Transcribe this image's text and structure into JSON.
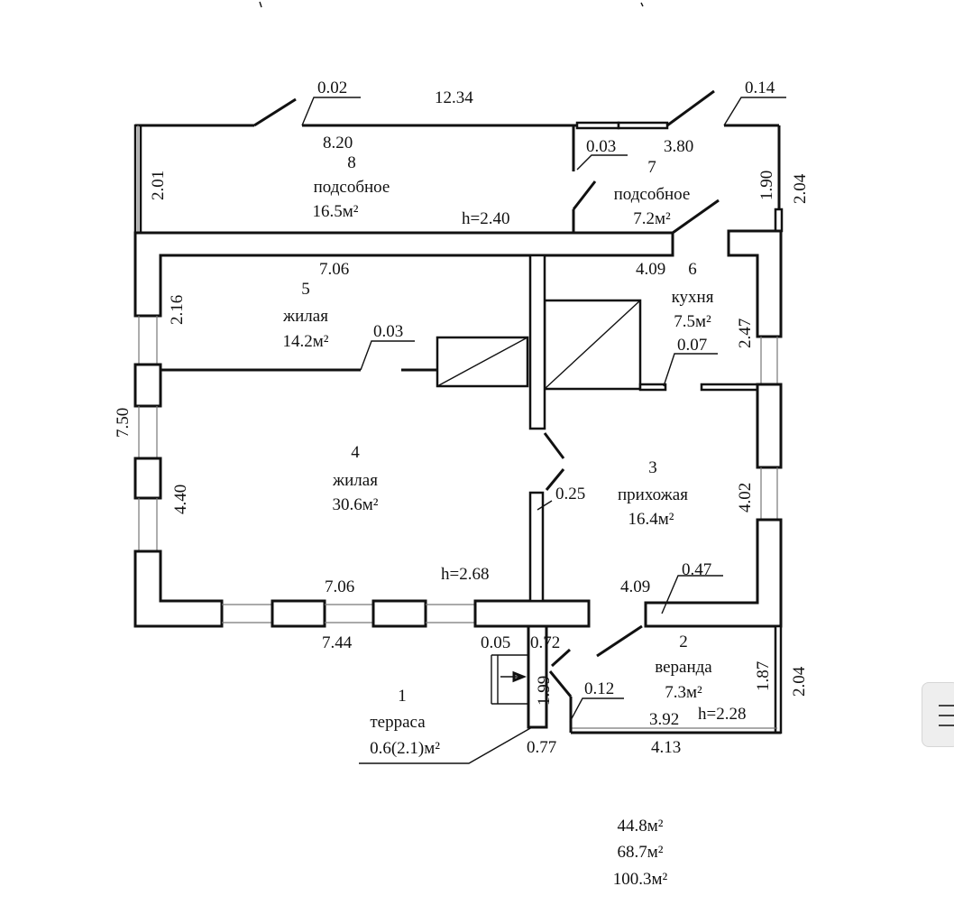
{
  "title": "",
  "colors": {
    "ink": "#111111",
    "paper": "#ffffff",
    "glazing": "#777777"
  },
  "rooms": [
    {
      "id": "1",
      "name": "терраса",
      "area": "0.6(2.1)м²"
    },
    {
      "id": "2",
      "name": "веранда",
      "area": "7.3м²"
    },
    {
      "id": "3",
      "name": "прихожая",
      "area": "16.4м²"
    },
    {
      "id": "4",
      "name": "жилая",
      "area": "30.6м²"
    },
    {
      "id": "5",
      "name": "жилая",
      "area": "14.2м²"
    },
    {
      "id": "6",
      "name": "кухня",
      "area": "7.5м²"
    },
    {
      "id": "7",
      "name": "подсобное",
      "area": "7.2м²"
    },
    {
      "id": "8",
      "name": "подсобное",
      "area": "16.5м²"
    }
  ],
  "heights": [
    "h=2.40",
    "h=2.68",
    "h=2.28"
  ],
  "dimensions": {
    "top_overall": "12.34",
    "top_offset_left": "0.02",
    "top_offset_right": "0.14",
    "room8_width": "8.20",
    "room8_depth": "2.01",
    "room7_width": "3.80",
    "partition_7_8": "0.03",
    "right_top_inner": "1.90",
    "right_top_outer": "2.04",
    "room5_width": "7.06",
    "room5_depth": "2.16",
    "partition_4_5": "0.03",
    "left_overall": "7.50",
    "room6_width": "4.09",
    "kitchen_depth": "2.47",
    "partition_kitchen": "0.07",
    "room4_depth": "4.40",
    "partition_3_4": "0.25",
    "room3_depth": "4.02",
    "room4_width": "7.06",
    "bottom_overall": "7.44",
    "room3_width": "4.09",
    "veranda_offset": "0.47",
    "terrace_offset_a": "0.05",
    "terrace_offset_b": "0.72",
    "terrace_depth": "1.99",
    "veranda_step": "0.12",
    "veranda_depth": "1.87",
    "veranda_outer": "2.04",
    "veranda_inner_width": "3.92",
    "terrace_width": "0.77",
    "veranda_outer_width": "4.13"
  },
  "totals": [
    "44.8м²",
    "68.7м²",
    "100.3м²"
  ]
}
